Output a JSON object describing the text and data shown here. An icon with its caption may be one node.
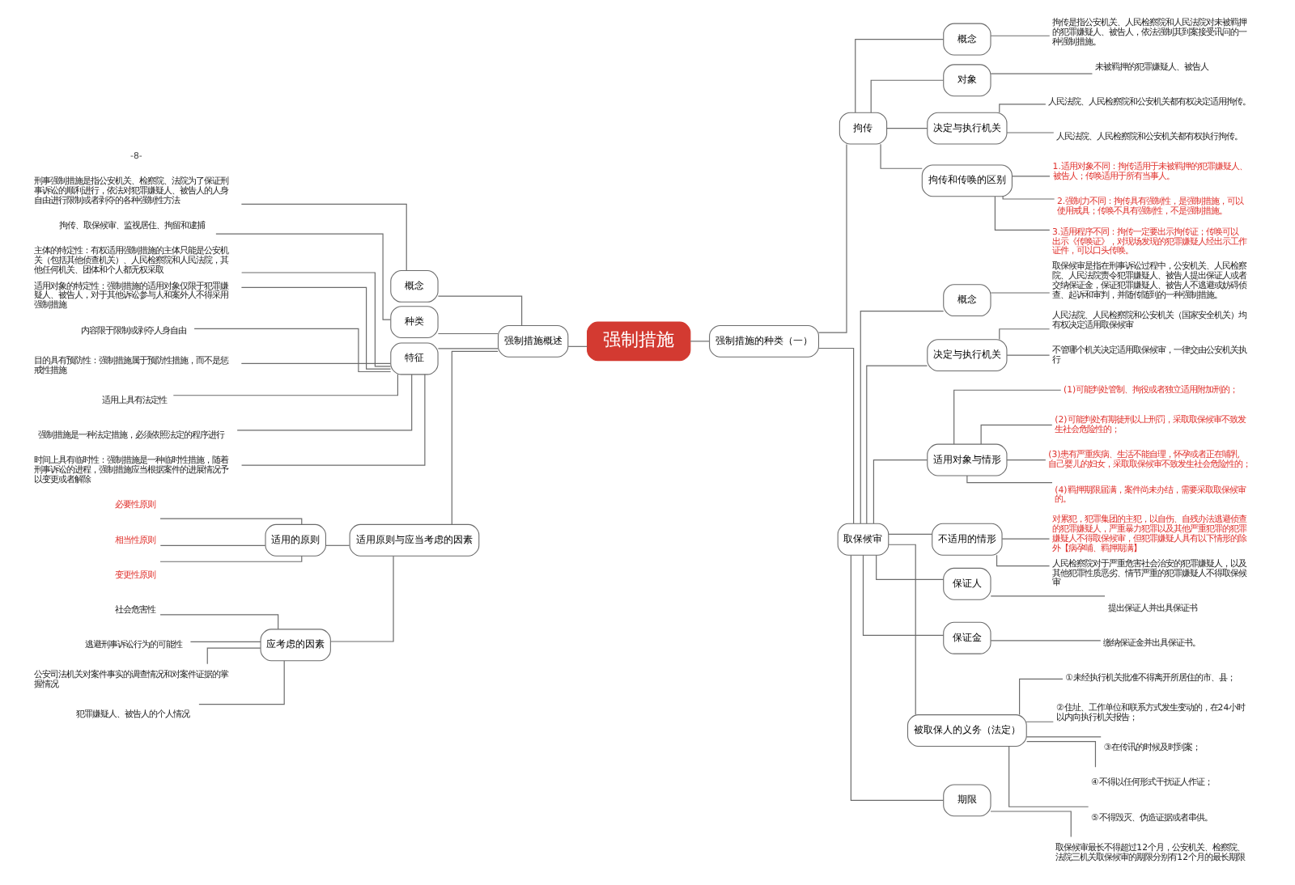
{
  "diagram": {
    "nodes": [
      {
        "text": [
          "强制措施"
        ]
      },
      {
        "text": [
          "强制措施概述"
        ]
      },
      {
        "text": [
          "概念"
        ]
      },
      {
        "text": [
          "刑事强制措施是指公安机关、检察院、法院为了保证刑事诉讼的顺利进行，依法对犯罪嫌疑人、被告人的人身自由进行限制或者剥夺的各种强制性方法"
        ]
      },
      {
        "text": [
          "种类"
        ]
      },
      {
        "text": [
          "拘传、取保候审、监视居住、拘留和逮捕"
        ]
      },
      {
        "text": [
          "特征"
        ]
      },
      {
        "text": [
          "主体的特定性：有权适用强制措施的主体只能是公安机关（包括其他侦查机关）、人民检察院和人民法院，其他任何机关、团体和个人都无权采取"
        ]
      },
      {
        "text": [
          "适用对象的特定性：强制措施的适用对象仅限于犯罪嫌疑人、被告人，对于其他诉讼参与人和案外人不得采用强制措施"
        ]
      },
      {
        "text": [
          "内容限于限制或剥夺人身自由"
        ]
      },
      {
        "text": [
          "目的具有预防性：强制措施属于预防性措施，而不是惩戒性措施"
        ]
      },
      {
        "text": [
          "适用上具有法定性"
        ]
      },
      {
        "text": [
          "强制措施是一种法定措施，必须依照法定的程序进行"
        ]
      },
      {
        "text": [
          "时间上具有临时性：强制措施是一种临时性措施，随着刑事诉讼的进程，强制措施应当根据案件的进展情况予以变更或者解除"
        ]
      },
      {
        "text": [
          "适用原则与应当考虑的因素"
        ]
      },
      {
        "text": [
          "适用的原则"
        ]
      },
      {
        "text": [
          "必要性原则"
        ]
      },
      {
        "text": [
          "相当性原则"
        ]
      },
      {
        "text": [
          "变更性原则"
        ]
      },
      {
        "text": [
          "应考虑的因素"
        ]
      },
      {
        "text": [
          "社会危害性"
        ]
      },
      {
        "text": [
          "逃避刑事诉讼行为的可能性"
        ]
      },
      {
        "text": [
          "公安司法机关对案件事实的调查情况和对案件证据的掌握情况"
        ]
      },
      {
        "text": [
          "犯罪嫌疑人、被告人的个人情况"
        ]
      },
      {
        "text": [
          "强制措施的种类（一）"
        ]
      },
      {
        "text": [
          "拘传"
        ]
      },
      {
        "text": [
          "概念"
        ]
      },
      {
        "text": [
          "拘传是指公安机关、人民检察院和人民法院对未被羁押的犯罪嫌疑人、被告人，依法强制其到案接受讯问的一种强制措施。"
        ]
      },
      {
        "text": [
          "对象"
        ]
      },
      {
        "text": [
          "未被羁押的犯罪嫌疑人、被告人"
        ]
      },
      {
        "text": [
          "决定与执行机关"
        ]
      },
      {
        "text": [
          "人民法院、人民检察院和公安机关都有权决定适用拘传。"
        ]
      },
      {
        "text": [
          "人民法院、人民检察院和公安机关都有权执行拘传。"
        ]
      },
      {
        "text": [
          "拘传和传唤的区别"
        ]
      },
      {
        "text": [
          "1.适用对象不同：拘传适用于未被羁押的犯罪嫌疑人、被告人；传唤适用于所有当事人。"
        ]
      },
      {
        "text": [
          "2.强制力不同：拘传具有强制性，是强制措施，可以使用戒具；传唤不具有强制性，不是强制措施。"
        ]
      },
      {
        "text": [
          "3.适用程序不同：拘传一定要出示拘传证；传唤可以出示《传唤证》，对现场发现的犯罪嫌疑人经出示工作证件，可以口头传唤。"
        ]
      },
      {
        "text": [
          "取保候审"
        ]
      },
      {
        "text": [
          "概念"
        ]
      },
      {
        "text": [
          "取保候审是指在刑事诉讼过程中，公安机关、人民检察院、人民法院责令犯罪嫌疑人、被告人提出保证人或者交纳保证金，保证犯罪嫌疑人、被告人不逃避或妨碍侦查、起诉和审判，并随传随到的一种强制措施。"
        ]
      },
      {
        "text": [
          "决定与执行机关"
        ]
      },
      {
        "text": [
          "人民法院、人民检察院和公安机关（国家安全机关）均有权决定适用取保候审"
        ]
      },
      {
        "text": [
          "不管哪个机关决定适用取保候审，一律交由公安机关执行"
        ]
      },
      {
        "text": [
          "适用对象与情形"
        ]
      },
      {
        "text": [
          "(1)可能判处管制、拘役或者独立适用附加刑的；"
        ]
      },
      {
        "text": [
          "(2)可能判处有期徒刑以上刑罚，采取取保候审不致发生社会危险性的；"
        ]
      },
      {
        "text": [
          "(3)患有严重疾病、生活不能自理，怀孕或者正在哺乳自己婴儿的妇女，采取取保候审不致发生社会危险性的；"
        ]
      },
      {
        "text": [
          "(4)羁押期限届满，案件尚未办结，需要采取取保候审的。"
        ]
      },
      {
        "text": [
          "不适用的情形"
        ]
      },
      {
        "text": [
          "对累犯，犯罪集团的主犯，以自伤、自残办法逃避侦查的犯罪嫌疑人，严重暴力犯罪以及其他严重犯罪的犯罪嫌疑人不得取保候审，但犯罪嫌疑人具有以下情形的除外【病孕哺、羁押期满】"
        ]
      },
      {
        "text": [
          "人民检察院对于严重危害社会治安的犯罪嫌疑人，以及其他犯罪性质恶劣、情节严重的犯罪嫌疑人不得取保候审"
        ]
      },
      {
        "text": [
          "保证人"
        ]
      },
      {
        "text": [
          "提出保证人并出具保证书"
        ]
      },
      {
        "text": [
          "保证金"
        ]
      },
      {
        "text": [
          "缴纳保证金并出具保证书。"
        ]
      },
      {
        "text": [
          "被取保人的义务（法定）"
        ]
      },
      {
        "text": [
          "①未经执行机关批准不得离开所居住的市、县；"
        ]
      },
      {
        "text": [
          "②住址、工作单位和联系方式发生变动的，在24小时以内向执行机关报告；"
        ]
      },
      {
        "text": [
          "③在传讯的时候及时到案；"
        ]
      },
      {
        "text": [
          "④不得以任何形式干扰证人作证；"
        ]
      },
      {
        "text": [
          "⑤不得毁灭、伪造证据或者串供。"
        ]
      },
      {
        "text": [
          "期限"
        ]
      },
      {
        "text": [
          "取保候审最长不得超过12个月，公安机关、检察院、法院三机关取保候审的期限分别有12个月的最长期限"
        ]
      }
    ],
    "edges": [
      {
        "from": 0,
        "to": 1,
        "arrow": "none"
      },
      {
        "from": 1,
        "to": 2,
        "arrow": "none"
      },
      {
        "from": 2,
        "to": 3,
        "arrow": "none"
      },
      {
        "from": 1,
        "to": 4,
        "arrow": "none"
      },
      {
        "from": 4,
        "to": 5,
        "arrow": "none"
      },
      {
        "from": 1,
        "to": 6,
        "arrow": "none"
      },
      {
        "from": 6,
        "to": 7,
        "arrow": "none"
      },
      {
        "from": 6,
        "to": 8,
        "arrow": "none"
      },
      {
        "from": 6,
        "to": 9,
        "arrow": "none"
      },
      {
        "from": 6,
        "to": 10,
        "arrow": "none"
      },
      {
        "from": 6,
        "to": 11,
        "arrow": "none"
      },
      {
        "from": 6,
        "to": 12,
        "arrow": "none"
      },
      {
        "from": 6,
        "to": 13,
        "arrow": "none"
      },
      {
        "from": 1,
        "to": 14,
        "arrow": "none"
      },
      {
        "from": 14,
        "to": 15,
        "arrow": "none"
      },
      {
        "from": 15,
        "to": 16,
        "arrow": "none"
      },
      {
        "from": 15,
        "to": 17,
        "arrow": "none"
      },
      {
        "from": 15,
        "to": 18,
        "arrow": "none"
      },
      {
        "from": 14,
        "to": 19,
        "arrow": "none"
      },
      {
        "from": 19,
        "to": 20,
        "arrow": "none"
      },
      {
        "from": 19,
        "to": 21,
        "arrow": "none"
      },
      {
        "from": 19,
        "to": 22,
        "arrow": "none"
      },
      {
        "from": 19,
        "to": 23,
        "arrow": "none"
      },
      {
        "from": 0,
        "to": 24,
        "arrow": "none"
      },
      {
        "from": 24,
        "to": 25,
        "arrow": "none"
      },
      {
        "from": 25,
        "to": 26,
        "arrow": "none"
      },
      {
        "from": 26,
        "to": 27,
        "arrow": "none"
      },
      {
        "from": 25,
        "to": 28,
        "arrow": "none"
      },
      {
        "from": 28,
        "to": 29,
        "arrow": "none"
      },
      {
        "from": 25,
        "to": 30,
        "arrow": "none"
      },
      {
        "from": 30,
        "to": 31,
        "arrow": "none"
      },
      {
        "from": 30,
        "to": 32,
        "arrow": "none"
      },
      {
        "from": 25,
        "to": 33,
        "arrow": "none"
      },
      {
        "from": 33,
        "to": 34,
        "arrow": "none"
      },
      {
        "from": 33,
        "to": 35,
        "arrow": "none"
      },
      {
        "from": 33,
        "to": 36,
        "arrow": "none"
      },
      {
        "from": 24,
        "to": 37,
        "arrow": "none"
      },
      {
        "from": 37,
        "to": 38,
        "arrow": "none"
      },
      {
        "from": 38,
        "to": 39,
        "arrow": "none"
      },
      {
        "from": 37,
        "to": 40,
        "arrow": "none"
      },
      {
        "from": 40,
        "to": 41,
        "arrow": "none"
      },
      {
        "from": 40,
        "to": 42,
        "arrow": "none"
      },
      {
        "from": 37,
        "to": 43,
        "arrow": "none"
      },
      {
        "from": 43,
        "to": 44,
        "arrow": "none"
      },
      {
        "from": 43,
        "to": 45,
        "arrow": "none"
      },
      {
        "from": 43,
        "to": 46,
        "arrow": "none"
      },
      {
        "from": 43,
        "to": 47,
        "arrow": "none"
      },
      {
        "from": 37,
        "to": 48,
        "arrow": "none"
      },
      {
        "from": 48,
        "to": 49,
        "arrow": "none"
      },
      {
        "from": 48,
        "to": 50,
        "arrow": "none"
      },
      {
        "from": 37,
        "to": 51,
        "arrow": "none"
      },
      {
        "from": 51,
        "to": 52,
        "arrow": "none"
      },
      {
        "from": 37,
        "to": 53,
        "arrow": "none"
      },
      {
        "from": 53,
        "to": 54,
        "arrow": "none"
      },
      {
        "from": 37,
        "to": 55,
        "arrow": "none"
      },
      {
        "from": 55,
        "to": 56,
        "arrow": "none"
      },
      {
        "from": 55,
        "to": 57,
        "arrow": "none"
      },
      {
        "from": 55,
        "to": 58,
        "arrow": "none"
      },
      {
        "from": 55,
        "to": 59,
        "arrow": "none"
      },
      {
        "from": 55,
        "to": 60,
        "arrow": "none"
      },
      {
        "from": 37,
        "to": 61,
        "arrow": "none"
      },
      {
        "from": 61,
        "to": 62,
        "arrow": "none"
      }
    ],
    "labels": [
      "-8-"
    ]
  }
}
